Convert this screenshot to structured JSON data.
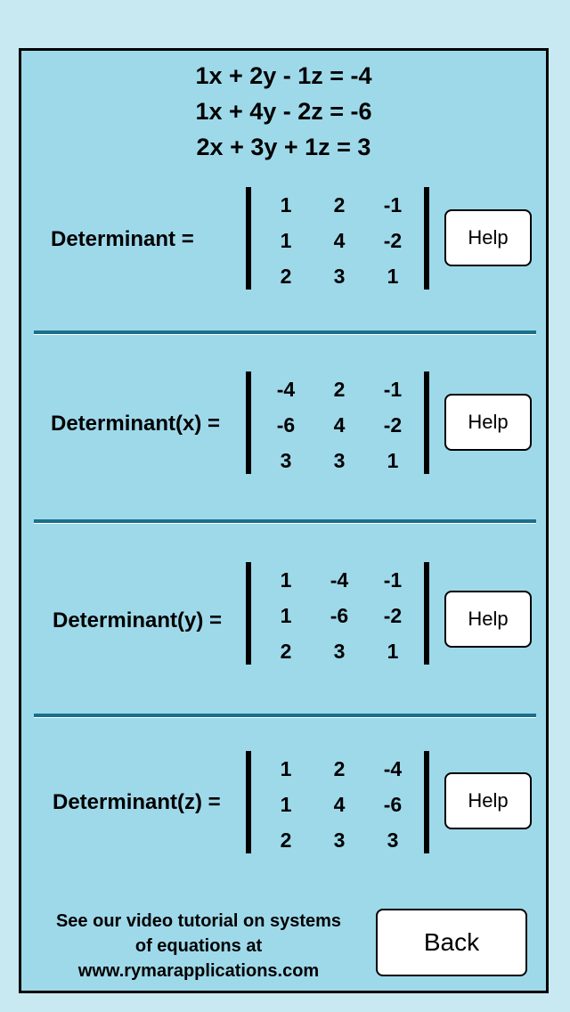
{
  "equations": [
    "1x + 2y - 1z = -4",
    "1x + 4y - 2z = -6",
    "2x + 3y + 1z = 3"
  ],
  "sections": [
    {
      "label": "Determinant =",
      "matrix": [
        [
          "1",
          "2",
          "-1"
        ],
        [
          "1",
          "4",
          "-2"
        ],
        [
          "2",
          "3",
          "1"
        ]
      ],
      "help": "Help"
    },
    {
      "label": "Determinant(x) =",
      "matrix": [
        [
          "-4",
          "2",
          "-1"
        ],
        [
          "-6",
          "4",
          "-2"
        ],
        [
          "3",
          "3",
          "1"
        ]
      ],
      "help": "Help"
    },
    {
      "label": "Determinant(y) =",
      "matrix": [
        [
          "1",
          "-4",
          "-1"
        ],
        [
          "1",
          "-6",
          "-2"
        ],
        [
          "2",
          "3",
          "1"
        ]
      ],
      "help": "Help"
    },
    {
      "label": "Determinant(z) =",
      "matrix": [
        [
          "1",
          "2",
          "-4"
        ],
        [
          "1",
          "4",
          "-6"
        ],
        [
          "2",
          "3",
          "3"
        ]
      ],
      "help": "Help"
    }
  ],
  "footer": {
    "lines": [
      "See our video tutorial on systems",
      "of equations at",
      "www.rymarapplications.com"
    ],
    "back": "Back"
  }
}
